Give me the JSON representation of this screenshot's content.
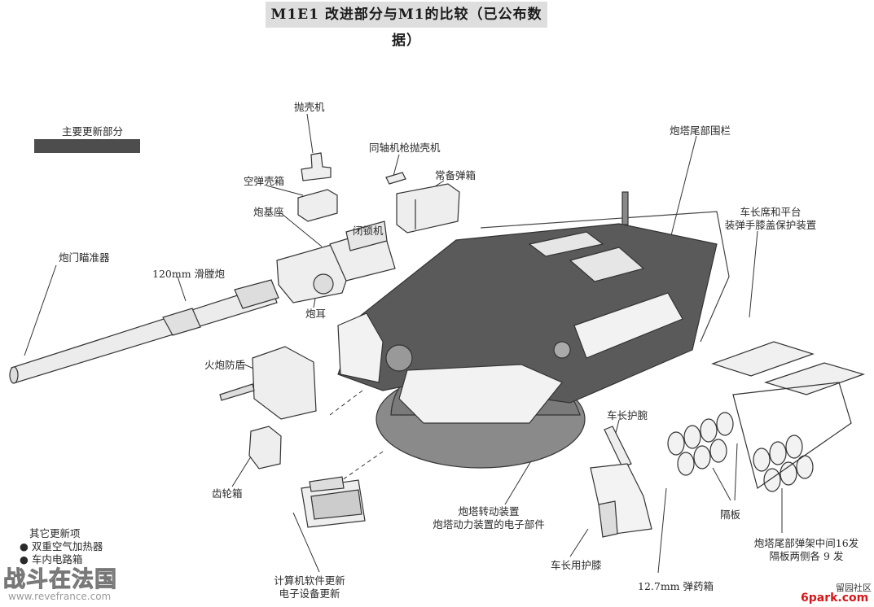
{
  "title": "M1E1 改进部分与M1的比较（已公布数据）",
  "legend": {
    "label": "主要更新部分",
    "color": "#4d4d4d"
  },
  "labels": {
    "ejector": "抛壳机",
    "coax_ejector": "同轴机枪抛壳机",
    "ready_ammo": "常备弹箱",
    "empty_case_box": "空弹壳箱",
    "gun_mount": "炮基座",
    "breech": "闭锁机",
    "muzzle_ref": "炮门瞄准器",
    "gun_120": "120mm 滑膛炮",
    "trunnion": "炮耳",
    "mantlet": "火炮防盾",
    "gearbox": "齿轮箱",
    "computer_line1": "计算机软件更新",
    "computer_line2": "电子设备更新",
    "turret_drive_line1": "炮塔转动装置",
    "turret_drive_line2": "炮塔动力装置的电子部件",
    "bustle_rack": "炮塔尾部围栏",
    "cmd_seat_line1": "车长席和平台",
    "cmd_seat_line2": "装弹手膝盖保护装置",
    "cmd_arm": "车长护腕",
    "cmd_knee": "车长用护膝",
    "ammo_127": "12.7mm 弹药箱",
    "partition": "隔板",
    "rack_line1": "炮塔尾部弹架中间16发",
    "rack_line2": "隔板两侧各 9 发"
  },
  "others": {
    "heading": "其它更新项",
    "items": [
      "双重空气加热器",
      "车内电路箱"
    ]
  },
  "watermarks": {
    "site_cn": "战斗在法国",
    "site_url": "www.revefrance.com",
    "park_cn": "留园社区",
    "park_url": "6park.com"
  }
}
